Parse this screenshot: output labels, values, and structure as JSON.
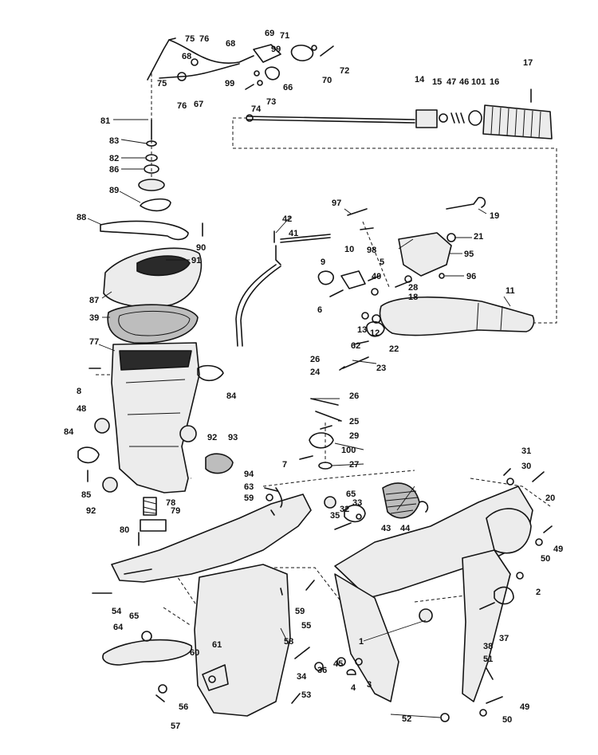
{
  "labels": [
    "75",
    "76",
    "68",
    "69",
    "71",
    "99",
    "70",
    "72",
    "17",
    "68",
    "75",
    "76",
    "67",
    "99",
    "74",
    "73",
    "66",
    "14",
    "15",
    "47",
    "46",
    "101",
    "16",
    "81",
    "83",
    "82",
    "86",
    "89",
    "88",
    "90",
    "91",
    "97",
    "42",
    "41",
    "19",
    "21",
    "98",
    "95",
    "10",
    "5",
    "9",
    "40",
    "28",
    "96",
    "18",
    "6",
    "11",
    "13",
    "12",
    "22",
    "62",
    "87",
    "39",
    "77",
    "26",
    "24",
    "23",
    "8",
    "84",
    "48",
    "26",
    "25",
    "29",
    "84",
    "92",
    "93",
    "100",
    "7",
    "27",
    "31",
    "30",
    "20",
    "85",
    "92",
    "94",
    "63",
    "59",
    "65",
    "32",
    "33",
    "43",
    "44",
    "78",
    "79",
    "80",
    "35",
    "49",
    "50",
    "54",
    "59",
    "2",
    "65",
    "55",
    "64",
    "58",
    "1",
    "61",
    "60",
    "34",
    "36",
    "45",
    "3",
    "4",
    "38",
    "37",
    "51",
    "53",
    "56",
    "57",
    "52",
    "49",
    "50"
  ]
}
